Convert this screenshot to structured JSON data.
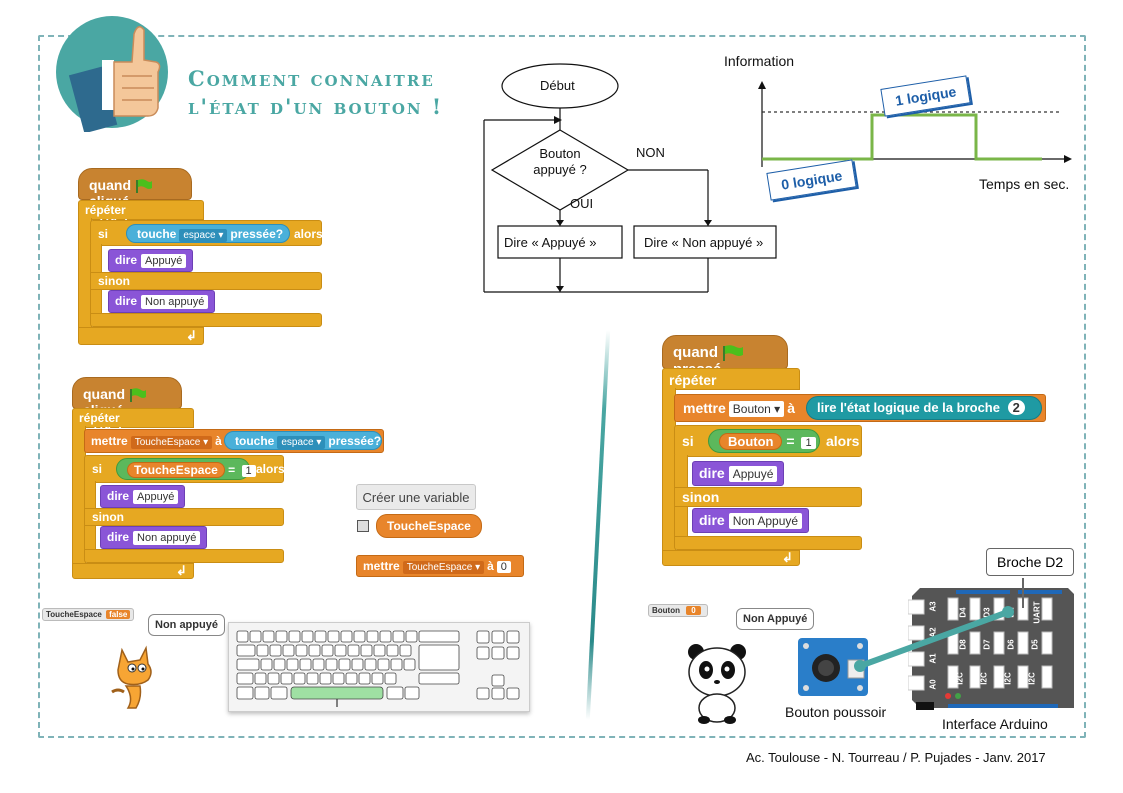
{
  "title": {
    "line1": "Comment connaitre",
    "line2": "l'état d'un bouton !"
  },
  "flowchart": {
    "start": "Début",
    "decision": "Bouton appuyé ?",
    "no_label": "NON",
    "yes_label": "OUI",
    "action_yes": "Dire « Appuyé »",
    "action_no": "Dire « Non appuyé »"
  },
  "signal": {
    "ylabel": "Information",
    "xlabel": "Temps en sec.",
    "high_label": "1 logique",
    "low_label": "0 logique",
    "colors": {
      "signal": "#7ab648",
      "label_bg": "#1d5ea8"
    }
  },
  "script1": {
    "hat_when": "quand",
    "hat_clicked": "cliqué",
    "forever": "répéter indéfiniment",
    "if": "si",
    "key_sensor": "touche",
    "key_name": "espace",
    "pressed": "pressée?",
    "then": "alors",
    "say": "dire",
    "say_yes": "Appuyé",
    "else": "sinon",
    "say_no": "Non appuyé"
  },
  "script2": {
    "hat_when": "quand",
    "hat_clicked": "cliqué",
    "forever": "répéter indéfiniment",
    "set": "mettre",
    "var": "ToucheEspace",
    "to": "à",
    "key_sensor": "touche",
    "key_name": "espace",
    "pressed": "pressée?",
    "if": "si",
    "equals_var": "ToucheEspace",
    "eq": "=",
    "eq_value": "1",
    "then": "alors",
    "say": "dire",
    "say_yes": "Appuyé",
    "else": "sinon",
    "say_no": "Non appuyé"
  },
  "variable_panel": {
    "create_button": "Créer une variable",
    "var_name": "ToucheEspace",
    "set": "mettre",
    "set_var": "ToucheEspace",
    "to": "à",
    "value": "0"
  },
  "stage_left": {
    "monitor_name": "ToucheEspace",
    "monitor_value": "false",
    "speech": "Non appuyé"
  },
  "script3": {
    "hat_when": "quand",
    "hat_pressed": "pressé",
    "forever": "répéter indéfiniment",
    "set": "mettre",
    "var": "Bouton",
    "to": "à",
    "read": "lire l'état logique de la broche",
    "pin": "2",
    "if": "si",
    "cond_var": "Bouton",
    "eq": "=",
    "eq_value": "1",
    "then": "alors",
    "say": "dire",
    "say_yes": "Appuyé",
    "else": "sinon",
    "say_no": "Non Appuyé"
  },
  "stage_right": {
    "monitor_name": "Bouton",
    "monitor_value": "0",
    "speech": "Non Appuyé"
  },
  "hardware": {
    "pin_callout": "Broche D2",
    "button_label": "Bouton poussoir",
    "board_label": "Interface Arduino",
    "board_ports": [
      "A3",
      "D4",
      "D3",
      "D2",
      "UART",
      "A2",
      "D8",
      "D7",
      "D6",
      "D5",
      "A1",
      "I2C",
      "I2C",
      "I2C",
      "I2C",
      "A0"
    ]
  },
  "keyboard": {
    "space_color": "#9fe0a3"
  },
  "credit": "Ac. Toulouse - N. Tourreau / P. Pujades - Janv. 2017"
}
